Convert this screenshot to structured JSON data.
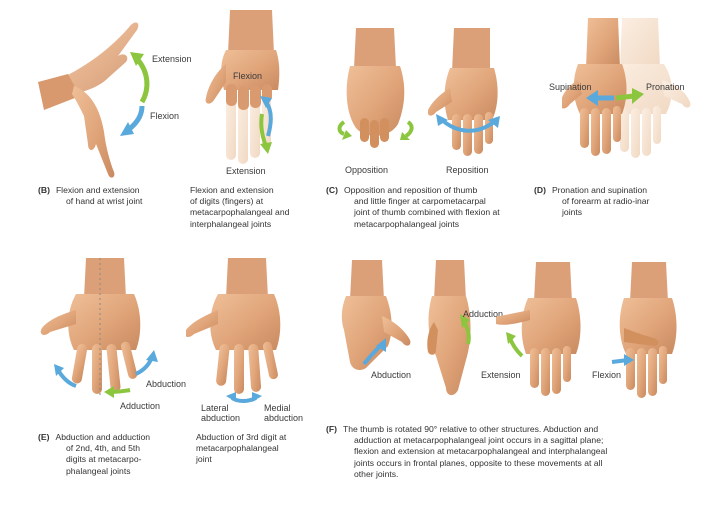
{
  "colors": {
    "skin": "#e2a77f",
    "skin_shade": "#c9875e",
    "skin_light": "#f0c9a8",
    "ghost_skin": "#f5e1cf",
    "arrow_green": "#8cc63f",
    "arrow_blue": "#5aa9dc",
    "text": "#333333"
  },
  "labels": {
    "wrist_extension": "Extension",
    "wrist_flexion": "Flexion",
    "digits_flexion": "Flexion",
    "digits_extension": "Extension",
    "opposition": "Opposition",
    "reposition": "Reposition",
    "supination": "Supination",
    "pronation": "Pronation",
    "abduction_e": "Abduction",
    "adduction_e": "Adduction",
    "lateral_abduction_1": "Lateral",
    "lateral_abduction_2": "abduction",
    "medial_abduction_1": "Medial",
    "medial_abduction_2": "abduction",
    "thumb_abduction": "Abduction",
    "thumb_adduction": "Adduction",
    "thumb_extension": "Extension",
    "thumb_flexion": "Flexion"
  },
  "captions": {
    "b": {
      "letter": "(B)",
      "lines": [
        "Flexion and extension",
        "of hand at wrist joint"
      ]
    },
    "digits": {
      "lines": [
        "Flexion and extension",
        "of digits (fingers) at",
        "metacarpophalangeal and",
        "interphalangeal joints"
      ]
    },
    "c": {
      "letter": "(C)",
      "lines": [
        "Opposition and reposition of thumb",
        "and little finger at carpometacarpal",
        "joint of thumb combined with flexion at",
        "metacarpophalangeal joints"
      ]
    },
    "d": {
      "letter": "(D)",
      "lines": [
        "Pronation and supination",
        "of forearm at radio-inar",
        "joints"
      ]
    },
    "e": {
      "letter": "(E)",
      "lines": [
        "Abduction and adduction",
        "of 2nd, 4th, and 5th",
        "digits at metacarpo-",
        "phalangeal joints"
      ]
    },
    "e3": {
      "lines": [
        "Abduction of 3rd digit at",
        "metacarpophalangeal",
        "joint"
      ]
    },
    "f": {
      "letter": "(F)",
      "lines": [
        "The thumb is rotated 90° relative to other structures. Abduction and",
        "adduction at metacarpophalangeal joint occurs in a sagittal plane;",
        "flexion and extension at metacarpophalangeal and interphalangeal",
        "joints occurs in frontal planes, opposite to these movements at all",
        "other joints."
      ]
    }
  }
}
